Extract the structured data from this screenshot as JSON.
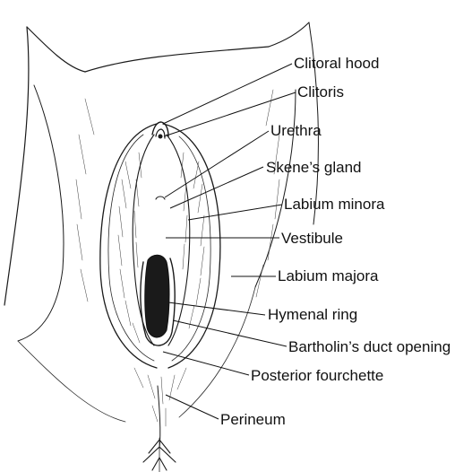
{
  "labels": {
    "clitoral_hood": "Clitoral hood",
    "clitoris": "Clitoris",
    "urethra": "Urethra",
    "skenes_gland": "Skene’s gland",
    "labium_minora": "Labium minora",
    "vestibule": "Vestibule",
    "labium_majora": "Labium majora",
    "hymenal_ring": "Hymenal ring",
    "bartholins_duct_opening": "Bartholin’s duct opening",
    "posterior_fourchette": "Posterior fourchette",
    "perineum": "Perineum"
  },
  "colors": {
    "ink": "#1a1a1a",
    "background": "#ffffff"
  }
}
